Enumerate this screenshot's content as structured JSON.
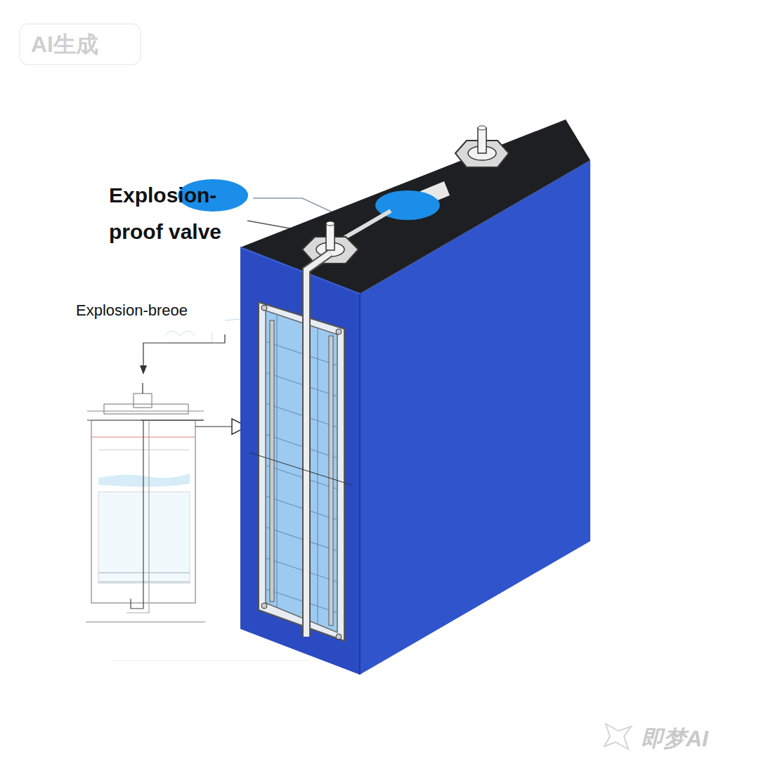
{
  "diagram": {
    "labels": [
      "Explosion- proof valve",
      "Explosion-breoe",
      "AI生成",
      "即梦AI"
    ]
  }
}
